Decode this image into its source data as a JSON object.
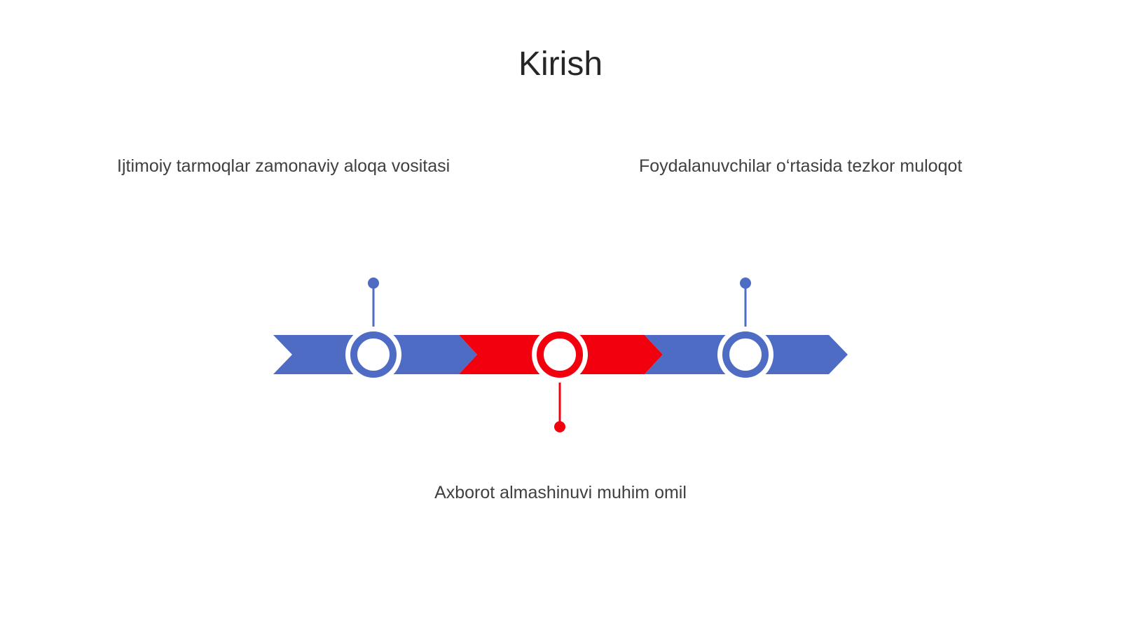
{
  "slide": {
    "title": "Kirish"
  },
  "timeline": {
    "milestones": [
      {
        "label": "Ijtimoiy tarmoqlar zamonaviy aloqa vositasi",
        "position": "top",
        "color": "#4F6CC4"
      },
      {
        "label": "Axborot almashinuvi muhim omil",
        "position": "bottom",
        "color": "#F2000E"
      },
      {
        "label": "Foydalanuvchilar o‘rtasida tezkor muloqot",
        "position": "top",
        "color": "#4F6CC4"
      }
    ]
  },
  "colors": {
    "primary_blue": "#4F6CC4",
    "accent_red": "#F2000E",
    "text": "#404040",
    "title": "#262626"
  }
}
